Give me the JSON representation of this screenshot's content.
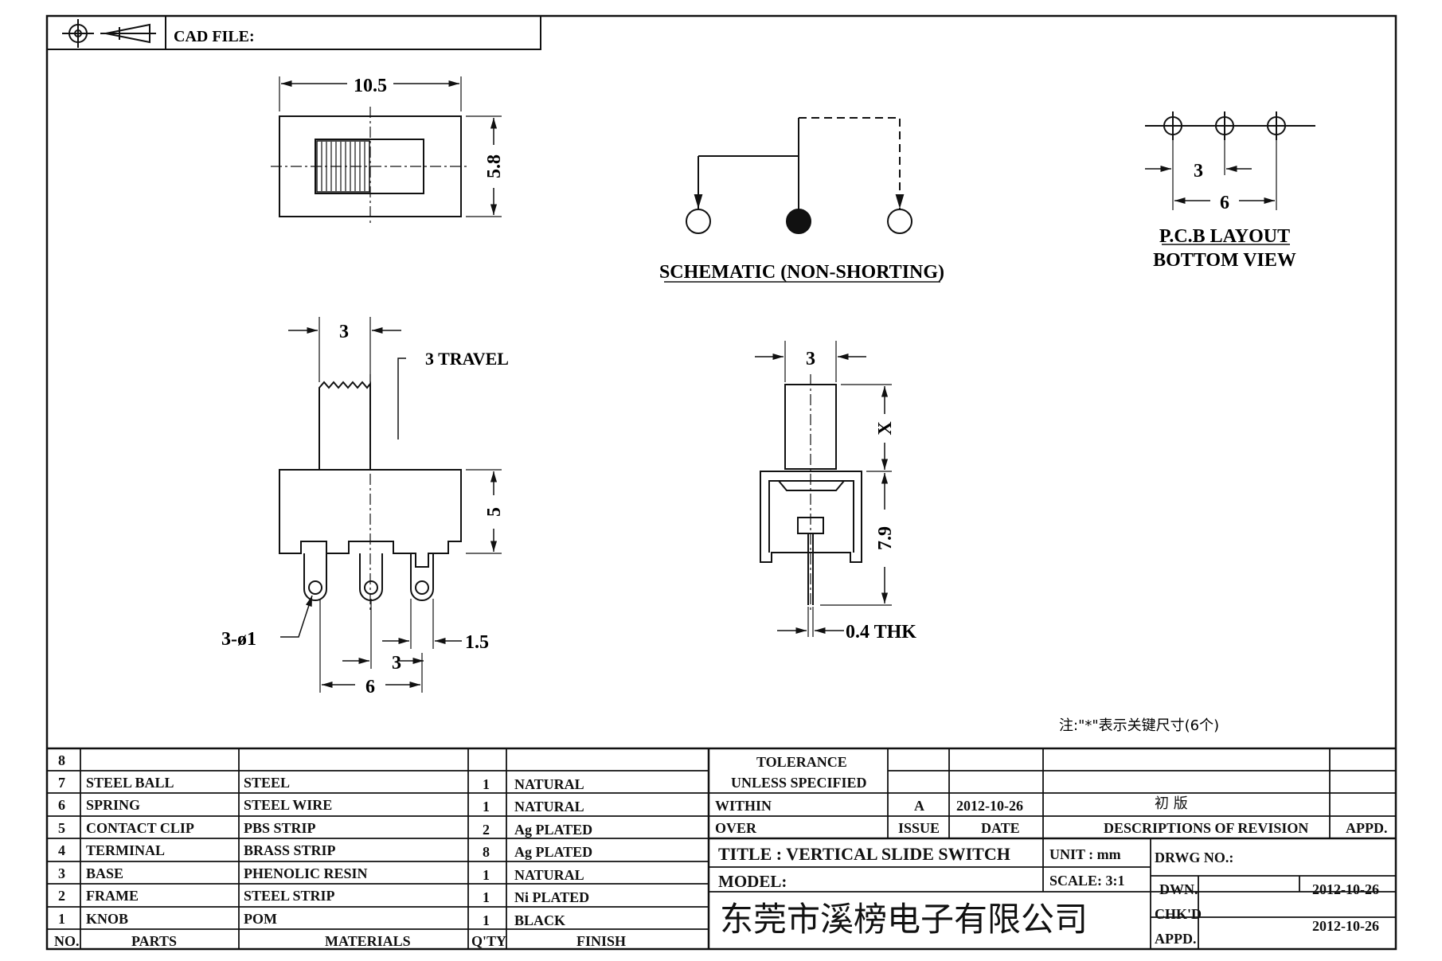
{
  "header": {
    "cad_file_label": "CAD FILE:"
  },
  "top_view": {
    "width_dim": "10.5",
    "height_dim": "5.8"
  },
  "schematic": {
    "caption": "SCHEMATIC (NON-SHORTING)"
  },
  "pcb": {
    "pitch_dim": "3",
    "span_dim": "6",
    "caption_line1": "P.C.B LAYOUT",
    "caption_line2": "BOTTOM VIEW"
  },
  "front_view": {
    "knob_width_dim": "3",
    "travel_label": "3 TRAVEL",
    "body_height_dim": "5",
    "hole_label": "3-ø1",
    "pin_width_dim": "1.5",
    "pitch_dim": "3",
    "span_dim": "6"
  },
  "side_view": {
    "knob_width_dim": "3",
    "knob_height_dim": "X",
    "body_height_dim": "7.9",
    "thickness_label": "0.4 THK"
  },
  "note": "注:\"*\"表示关键尺寸(6个)",
  "bom": {
    "rows": [
      {
        "no": "8",
        "part": "",
        "material": "",
        "qty": "",
        "finish": ""
      },
      {
        "no": "7",
        "part": "STEEL BALL",
        "material": "STEEL",
        "qty": "1",
        "finish": "NATURAL"
      },
      {
        "no": "6",
        "part": "SPRING",
        "material": "STEEL WIRE",
        "qty": "1",
        "finish": "NATURAL"
      },
      {
        "no": "5",
        "part": "CONTACT CLIP",
        "material": "PBS STRIP",
        "qty": "2",
        "finish": "Ag PLATED"
      },
      {
        "no": "4",
        "part": "TERMINAL",
        "material": "BRASS STRIP",
        "qty": "8",
        "finish": "Ag PLATED"
      },
      {
        "no": "3",
        "part": "BASE",
        "material": "PHENOLIC RESIN",
        "qty": "1",
        "finish": "NATURAL"
      },
      {
        "no": "2",
        "part": "FRAME",
        "material": "STEEL STRIP",
        "qty": "1",
        "finish": "Ni PLATED"
      },
      {
        "no": "1",
        "part": "KNOB",
        "material": "POM",
        "qty": "1",
        "finish": "BLACK"
      }
    ],
    "headers": {
      "no": "NO.",
      "part": "PARTS",
      "material": "MATERIALS",
      "qty": "Q'TY",
      "finish": "FINISH"
    }
  },
  "title_block": {
    "tolerance_line1": "TOLERANCE",
    "tolerance_line2": "UNLESS  SPECIFIED",
    "within": "WITHIN",
    "over": "OVER",
    "rev_issue": "A",
    "rev_date": "2012-10-26",
    "rev_desc": "初 版",
    "issue_header": "ISSUE",
    "date_header": "DATE",
    "desc_header": "DESCRIPTIONS OF REVISION",
    "appd_header": "APPD.",
    "title": "TITLE :  VERTICAL SLIDE SWITCH",
    "unit": "UNIT :  mm",
    "drwg_no": "DRWG NO.:",
    "model": "MODEL:",
    "scale": "SCALE:  3:1",
    "dwn": "DWN.",
    "dwn_date": "2012-10-26",
    "company": "东莞市溪榜电子有限公司",
    "chkd": "CHK'D",
    "chkd_date": "2012-10-26",
    "appd": "APPD."
  }
}
